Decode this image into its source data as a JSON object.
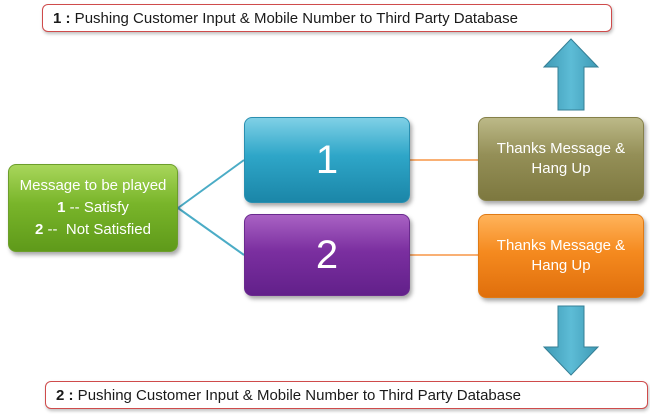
{
  "notes": {
    "top": {
      "num": "1 :",
      "text": " Pushing Customer Input & Mobile Number to Third Party Database"
    },
    "bottom": {
      "num": "2 :",
      "text": " Pushing Customer Input & Mobile Number to Third Party Database"
    }
  },
  "message_node": {
    "title": "Message to be played",
    "option1_num": "1",
    "option1_text": " -- Satisfy",
    "option2_num": "2",
    "option2_text": " --  Not Satisfied"
  },
  "choice_nodes": {
    "one": "1",
    "two": "2"
  },
  "result_nodes": {
    "first_line1": "Thanks Message &",
    "first_line2": "Hang Up",
    "second_line1": "Thanks Message &",
    "second_line2": "Hang Up"
  },
  "colors": {
    "message": "#79b52a",
    "choice_one": "#2ea6c8",
    "choice_two": "#7b2fa0",
    "result_one": "#948f57",
    "result_two": "#f58a1f",
    "arrow": "#4bacc6",
    "note_border": "#cf4b4b",
    "connector_left": "#4bacc6",
    "connector_right": "#f79646"
  }
}
